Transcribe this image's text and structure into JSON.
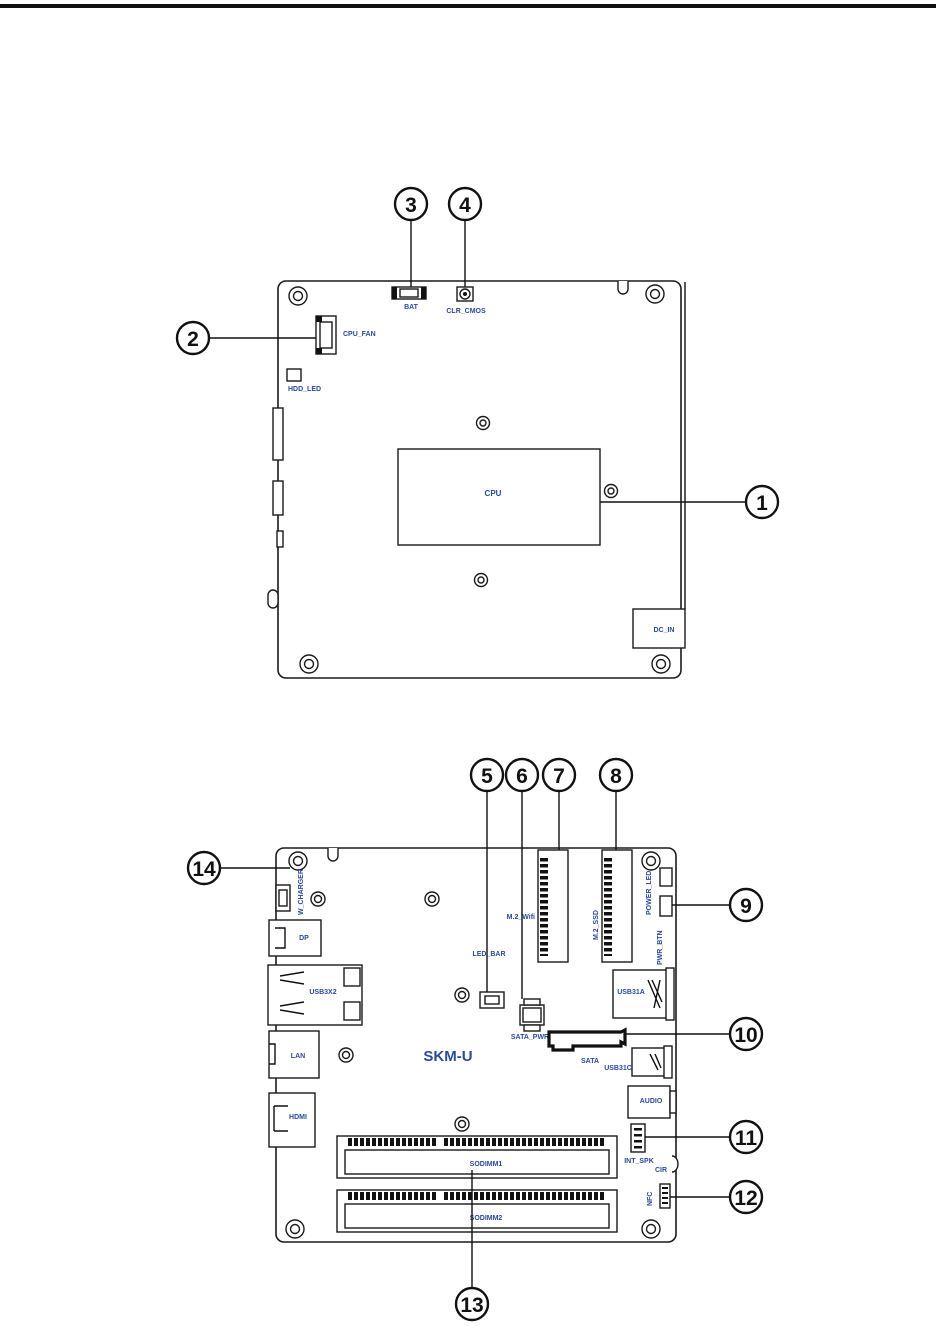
{
  "top_board": {
    "labels": {
      "bat": "BAT",
      "clr_cmos": "CLR_CMOS",
      "cpu_fan": "CPU_FAN",
      "hdd_led": "HDD_LED",
      "cpu": "CPU",
      "dc_in": "DC_IN"
    },
    "callouts": {
      "c1": "1",
      "c2": "2",
      "c3": "3",
      "c4": "4"
    }
  },
  "bottom_board": {
    "labels": {
      "w_charger": "W_CHARGER",
      "dp": "DP",
      "usb3x2": "USB3X2",
      "lan": "LAN",
      "hdmi": "HDMI",
      "skm_u": "SKM-U",
      "led_bar": "LED_BAR",
      "m2_wifi": "M.2_Wifi",
      "m2_ssd": "M.2_SSD",
      "power_led": "POWER_LED",
      "pwr_btn": "PWR_BTN",
      "usb31a": "USB31A",
      "sata_pwr": "SATA_PWR",
      "sata": "SATA",
      "usb31c": "USB31C",
      "audio": "AUDIO",
      "int_spk": "INT_SPK",
      "cir": "CIR",
      "nfc": "NFC",
      "sodimm1": "SODIMM1",
      "sodimm2": "SODIMM2"
    },
    "callouts": {
      "c5": "5",
      "c6": "6",
      "c7": "7",
      "c8": "8",
      "c9": "9",
      "c10": "10",
      "c11": "11",
      "c12": "12",
      "c13": "13",
      "c14": "14"
    }
  }
}
